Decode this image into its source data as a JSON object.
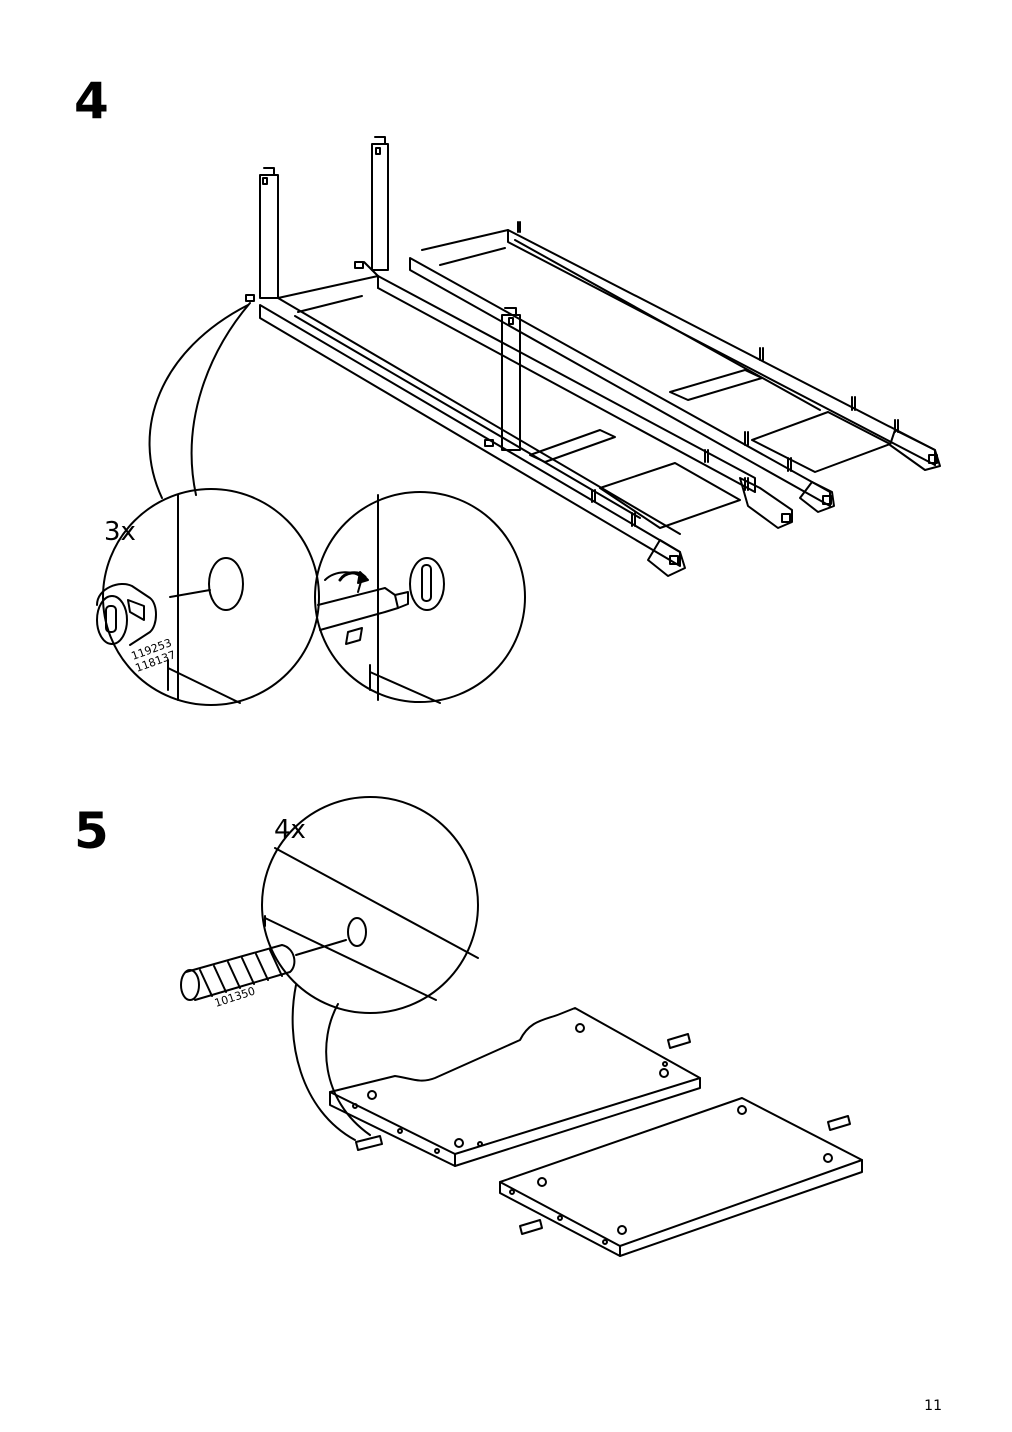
{
  "page_number": "11",
  "steps": [
    {
      "number": "4",
      "quantity": "3x",
      "part_numbers": [
        "119253",
        "118137"
      ]
    },
    {
      "number": "5",
      "quantity": "4x",
      "part_numbers": [
        "101350"
      ]
    }
  ]
}
